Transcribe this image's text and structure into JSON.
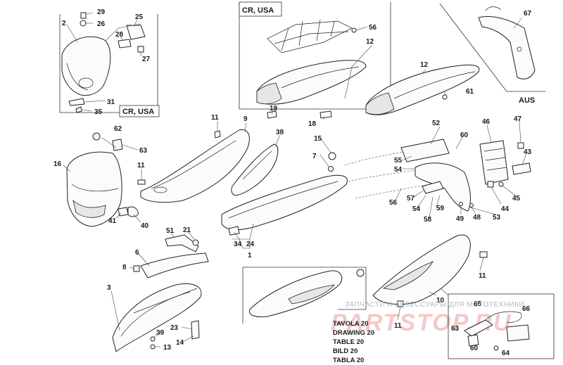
{
  "regions": {
    "top_left": "CR, USA",
    "top_center": "CR, USA",
    "top_right": "AUS"
  },
  "drawing_ref": [
    "TAVOLA 20",
    "DRAWING 20",
    "TABLE 20",
    "BILD 20",
    "TABLA 20"
  ],
  "watermark": {
    "line1": "ЗАПЧАСТИ И АКСЕССУАРЫ ДЛЯ МОТОТЕХНИКИ",
    "logo": "PARTSTOP.RU"
  },
  "callouts": {
    "c29": "29",
    "c26": "26",
    "c2": "2",
    "c25": "25",
    "c28": "28",
    "c27": "27",
    "c31": "31",
    "c35": "35",
    "c56a": "56",
    "c12a": "12",
    "c19": "19",
    "c18": "18",
    "c67": "67",
    "c12b": "12",
    "c61": "61",
    "c11a": "11",
    "c9": "9",
    "c38": "38",
    "c15": "15",
    "c7": "7",
    "c62": "62",
    "c63": "63",
    "c16": "16",
    "c11b": "11",
    "c41": "41",
    "c40": "40",
    "c52": "52",
    "c60": "60",
    "c46": "46",
    "c47": "47",
    "c43": "43",
    "c55": "55",
    "c54a": "54",
    "c56b": "56",
    "c57": "57",
    "c54b": "54",
    "c59": "59",
    "c58": "58",
    "c49": "49",
    "c48": "48",
    "c53": "53",
    "c44": "44",
    "c45": "45",
    "c51": "51",
    "c21": "21",
    "c6": "6",
    "c8": "8",
    "c34": "34",
    "c24": "24",
    "c1": "1",
    "c3": "3",
    "c23": "23",
    "c39": "39",
    "c14": "14",
    "c13": "13",
    "c11c": "11",
    "c10": "10",
    "c11d": "11",
    "c65": "65",
    "c66": "66",
    "c63b": "63",
    "c60b": "60",
    "c64": "64"
  }
}
